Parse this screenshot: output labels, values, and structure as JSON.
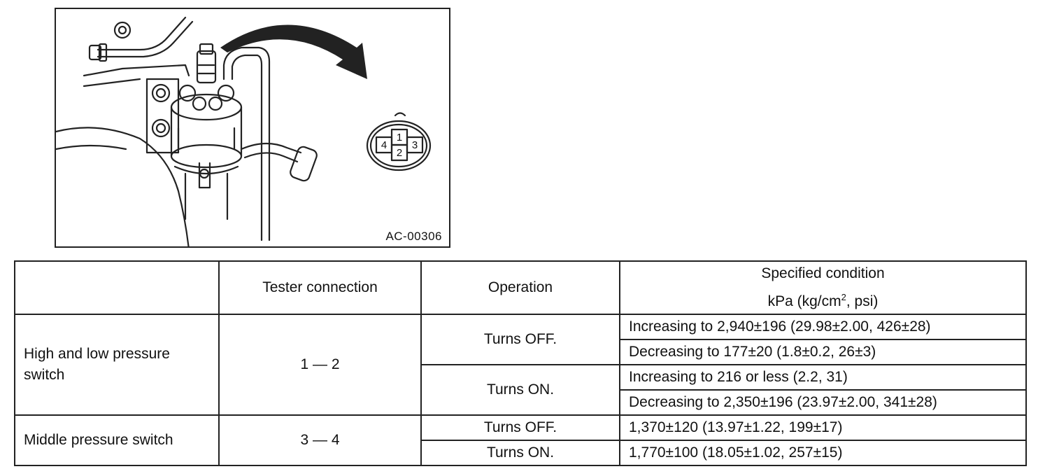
{
  "figure": {
    "connector_pins": [
      "1",
      "2",
      "3",
      "4"
    ],
    "code": "AC-00306"
  },
  "table": {
    "headers": {
      "component": "",
      "tester_connection": "Tester connection",
      "operation": "Operation",
      "spec_line1": "Specified condition",
      "spec_line2_pre": "kPa (kg/cm",
      "spec_line2_sup": "2",
      "spec_line2_post": ", psi)"
    },
    "groups": [
      {
        "component": "High and low pressure switch",
        "connection": "1 — 2",
        "operations": [
          {
            "operation": "Turns OFF.",
            "conditions": [
              "Increasing to 2,940±196 (29.98±2.00, 426±28)",
              "Decreasing to 177±20 (1.8±0.2, 26±3)"
            ]
          },
          {
            "operation": "Turns ON.",
            "conditions": [
              "Increasing to 216 or less (2.2, 31)",
              "Decreasing to 2,350±196 (23.97±2.00, 341±28)"
            ]
          }
        ]
      },
      {
        "component": "Middle pressure switch",
        "connection": "3 — 4",
        "operations": [
          {
            "operation": "Turns OFF.",
            "conditions": [
              "1,370±120 (13.97±1.22, 199±17)"
            ]
          },
          {
            "operation": "Turns ON.",
            "conditions": [
              "1,770±100 (18.05±1.02, 257±15)"
            ]
          }
        ]
      }
    ]
  }
}
